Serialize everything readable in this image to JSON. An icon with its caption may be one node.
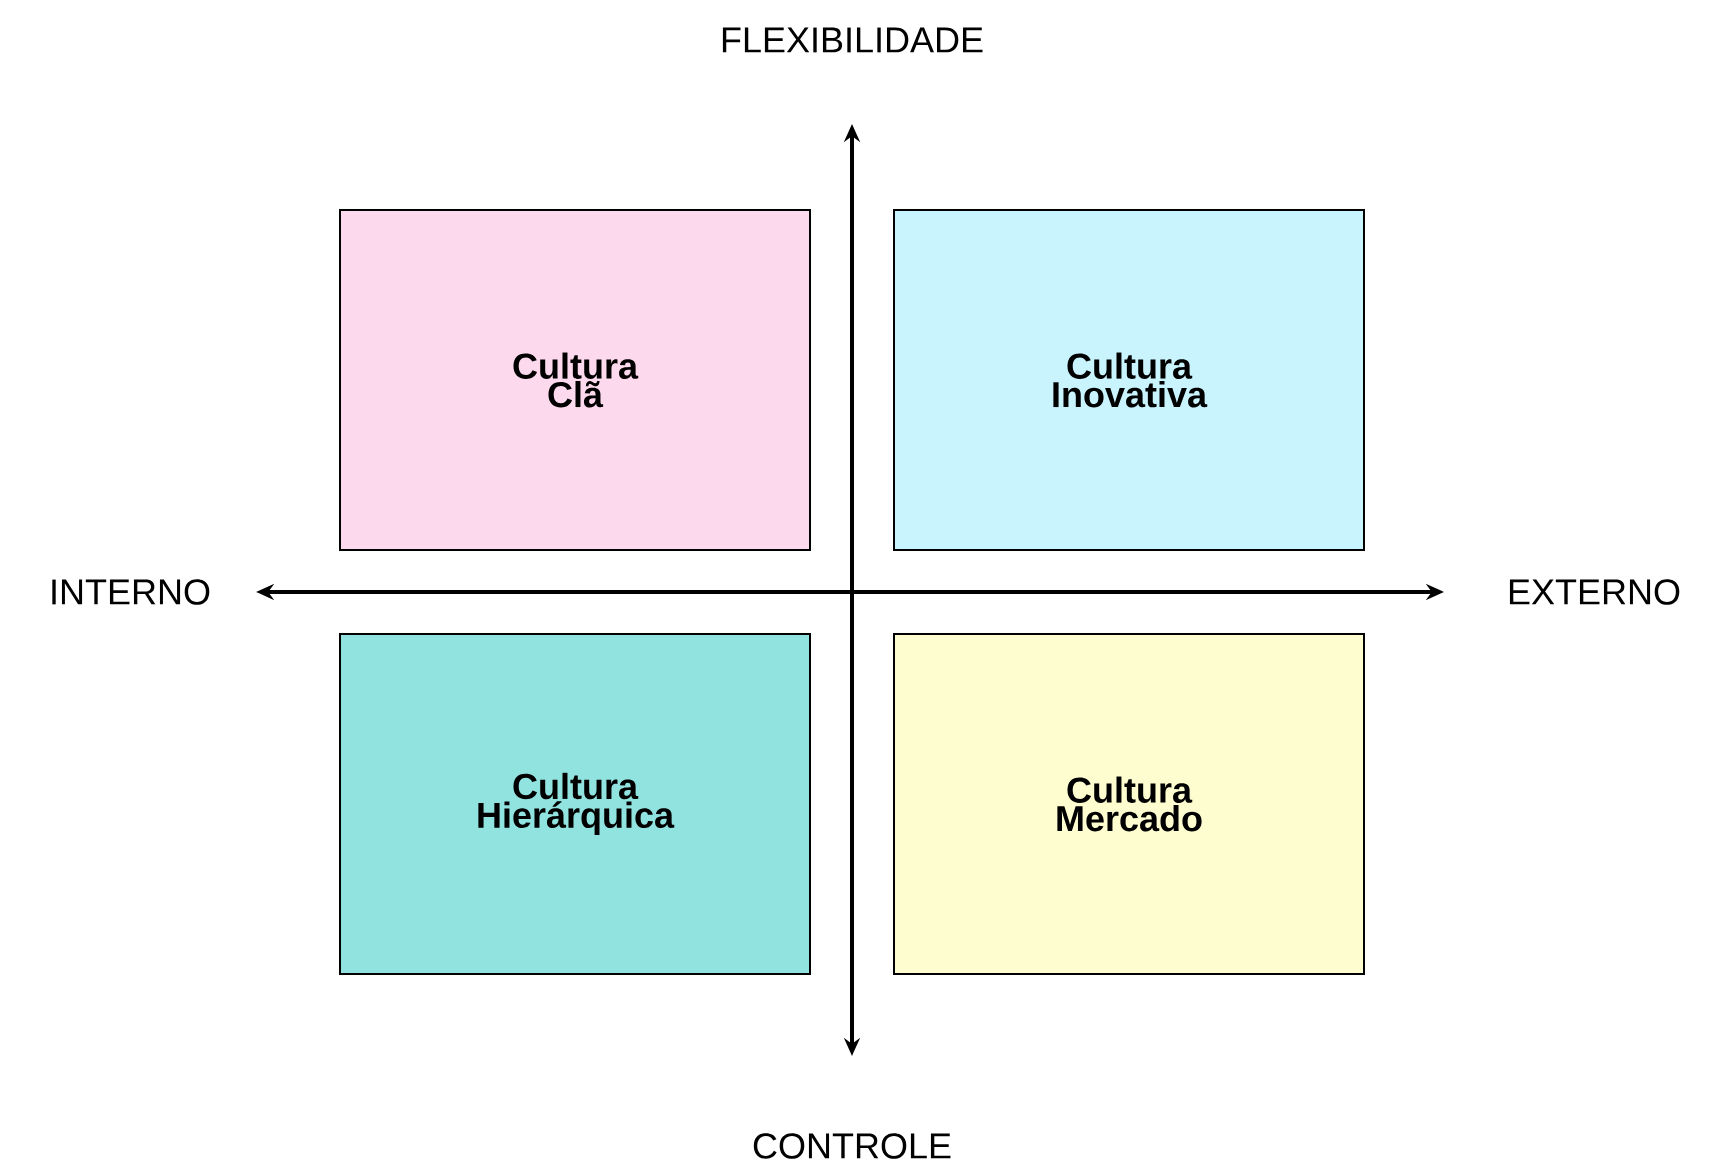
{
  "diagram": {
    "nodes": [
      {
        "text": [
          "Cultura Clã"
        ]
      },
      {
        "text": [
          "Cultura Inovativa"
        ]
      },
      {
        "text": [
          "Cultura Hierárquica"
        ]
      },
      {
        "text": [
          "Cultura Mercado"
        ]
      }
    ],
    "labels": [
      "FLEXIBILIDADE",
      "INTERNO",
      "EXTERNO",
      "CONTROLE"
    ]
  }
}
